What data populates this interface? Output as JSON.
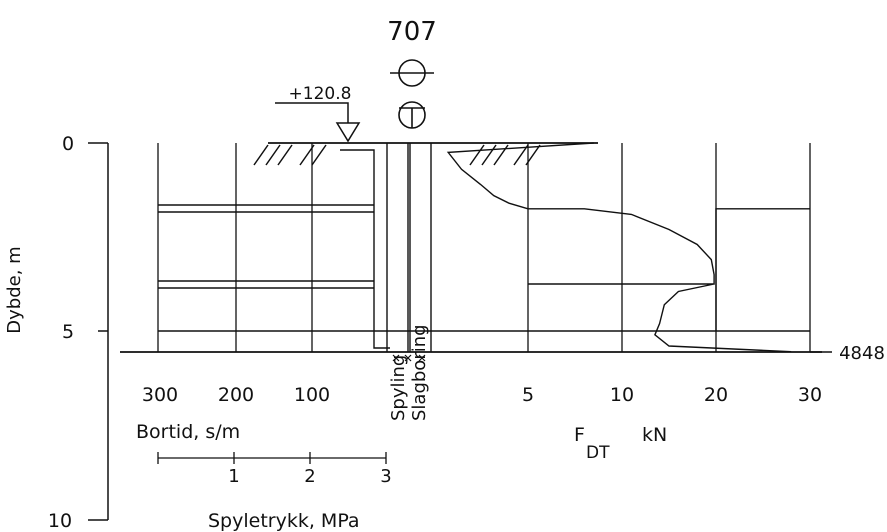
{
  "header": {
    "borehole_id": "707",
    "elevation": "+120.8"
  },
  "depth_axis": {
    "label": "Dybde, m",
    "ticks": [
      "0",
      "5",
      "10"
    ]
  },
  "bortid_axis": {
    "ticks": [
      "300",
      "200",
      "100"
    ],
    "label": "Bortid, s/m"
  },
  "spyletrykk_axis": {
    "ticks": [
      "1",
      "2",
      "3"
    ],
    "label": "Spyletrykk, MPa"
  },
  "force_axis": {
    "ticks": [
      "5",
      "10",
      "20",
      "30"
    ],
    "label_main": "F",
    "label_sub": "DT",
    "unit": "kN"
  },
  "columns": {
    "spyling": "Spyling",
    "slagboring": "Slagboring"
  },
  "end_marker": "4848",
  "chart_data": {
    "type": "line",
    "title": "707",
    "ylabel": "Dybde, m",
    "xlabel": "F DT kN",
    "ylim": [
      0,
      10
    ],
    "x_axis_type": "piecewise (0–10 compressed, 10–30 linear)",
    "x_ticks": [
      5,
      10,
      20,
      30
    ],
    "series": [
      {
        "x": [
          8.5,
          0.8,
          1.5,
          2.5,
          3.2,
          4.0,
          5.0,
          8.0,
          11.0,
          15.0,
          18.0,
          19.5,
          19.8,
          19.8,
          5.0,
          19.8,
          16.0,
          14.5,
          14.0,
          13.5,
          15.0,
          28.0
        ],
        "y": [
          0.0,
          0.25,
          0.7,
          1.1,
          1.4,
          1.6,
          1.75,
          1.75,
          1.9,
          2.3,
          2.7,
          3.1,
          3.5,
          3.75,
          3.75,
          3.75,
          3.95,
          4.3,
          4.8,
          5.1,
          5.4,
          5.55
        ]
      }
    ],
    "bortid_block_depths": [
      [
        0,
        1.65
      ],
      [
        1.8,
        3.65
      ],
      [
        3.8,
        5.0
      ]
    ],
    "force_block_depths": [
      [
        1.75,
        5.0
      ]
    ],
    "final_depth": 5.55,
    "end_value": 4848
  }
}
